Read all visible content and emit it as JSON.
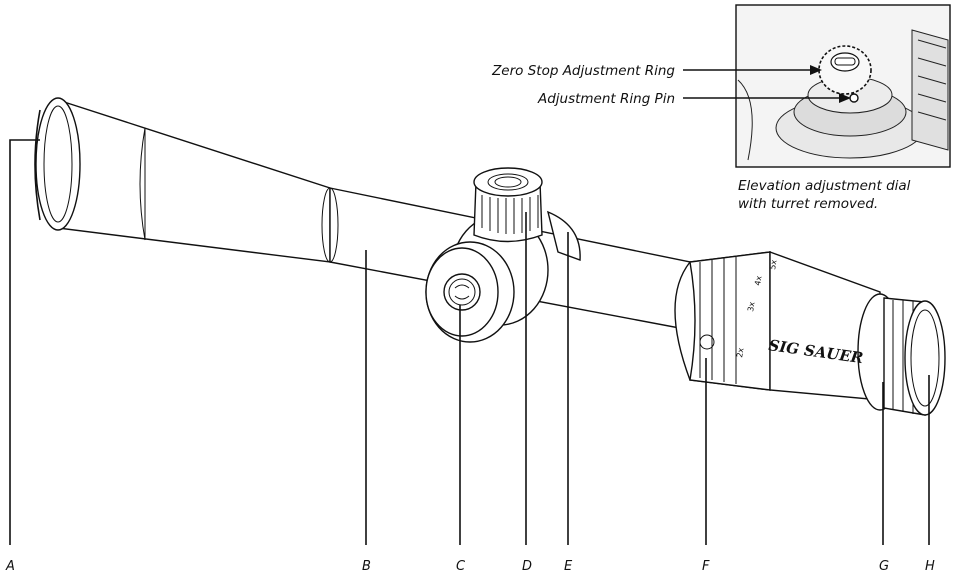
{
  "labels": {
    "a": "A",
    "b": "B",
    "c": "C",
    "d": "D",
    "e": "E",
    "f": "F",
    "g": "G",
    "h": "H"
  },
  "inset": {
    "callout_zero_stop": "Zero Stop Adjustment Ring",
    "callout_pin": "Adjustment Ring Pin",
    "caption_line1": "Elevation adjustment dial",
    "caption_line2": "with turret removed."
  },
  "brand": "SIG SAUER",
  "magnification_marks": [
    "2x",
    "3x",
    "4x",
    "5x"
  ]
}
